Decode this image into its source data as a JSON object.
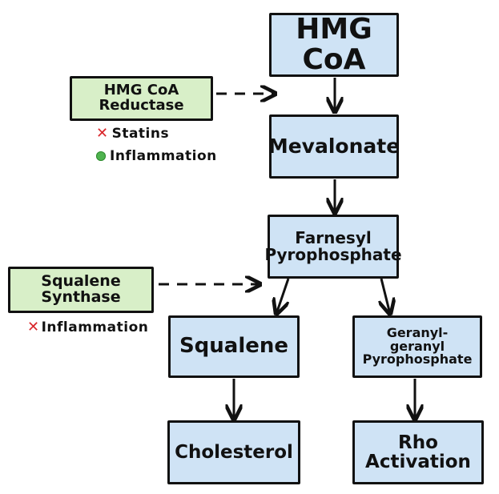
{
  "nodes": {
    "hmg_coa": "HMG CoA",
    "mevalonate": "Mevalonate",
    "farnesyl_pp": "Farnesyl Pyrophosphate",
    "squalene": "Squalene",
    "gg_pp": "Geranyl- geranyl Pyrophosphate",
    "cholesterol": "Cholesterol",
    "rho": "Rho Activation"
  },
  "enzymes": {
    "hmg_reductase": "HMG CoA Reductase",
    "squalene_synthase": "Squalene Synthase"
  },
  "annotations": {
    "statins": {
      "mark": "✕",
      "text": "Statins"
    },
    "inflammation_up": {
      "text": "Inflammation"
    },
    "inflammation_down": {
      "mark": "✕",
      "text": "Inflammation"
    }
  },
  "colors": {
    "metabolite_fill": "#cfe3f5",
    "enzyme_fill": "#d8efc8",
    "inhibit_mark": "#d9252a",
    "activate_dot": "#4fb34f",
    "outline": "#111111"
  }
}
